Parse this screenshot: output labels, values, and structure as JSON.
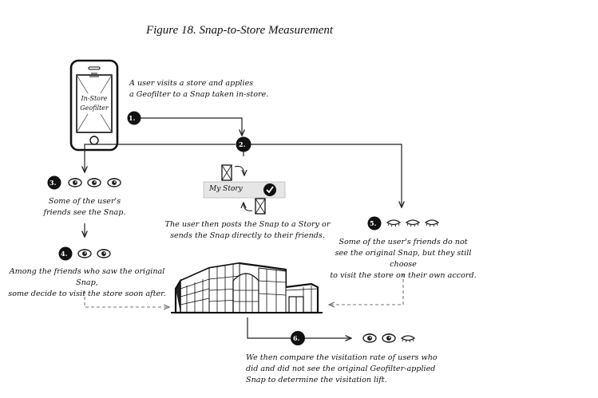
{
  "figure": {
    "title": "Figure 18. Snap-to-Store Measurement"
  },
  "phone": {
    "screen_label": "In-Store\nGeofilter"
  },
  "story_bar": {
    "label": "My Story"
  },
  "steps": [
    {
      "number": "1.",
      "text": "A user visits a store and applies\na Geofilter to a Snap taken in-store."
    },
    {
      "number": "2.",
      "text": "The user then posts the Snap to a Story or\nsends the Snap directly to their friends."
    },
    {
      "number": "3.",
      "text": "Some of the user's\nfriends see the Snap."
    },
    {
      "number": "4.",
      "text": "Among the friends who saw the original Snap,\nsome decide to visit the store soon after."
    },
    {
      "number": "5.",
      "text": "Some of the user's friends do not\nsee the original Snap, but they still choose\nto visit the store on their own accord."
    },
    {
      "number": "6.",
      "text": "We then compare the visitation rate of users who\ndid and did not see the original Geofilter-applied\nSnap to determine the visitation lift."
    }
  ],
  "icons": {
    "open_eye": "eye-open-icon",
    "closed_eye": "eye-closed-icon",
    "check": "checkmark-icon",
    "phone": "smartphone-icon",
    "store": "store-building-icon"
  }
}
